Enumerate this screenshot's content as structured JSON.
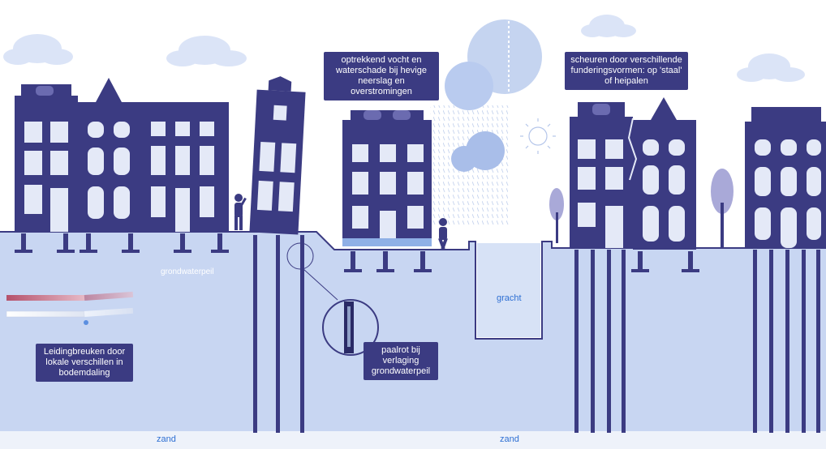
{
  "labels": {
    "moisture": "optrekkend vocht en waterschade bij hevige neerslag en overstromingen",
    "cracks": "scheuren door verschillende funderingsvormen: op 'staal' of heipalen",
    "groundwater": "grondwaterpeil",
    "pipes": "Leidingbreuken door lokale verschillen in bodemdaling",
    "pile_rot": "paalrot bij verlaging grondwaterpeil",
    "canal": "gracht",
    "sand_left": "zand",
    "sand_right": "zand"
  },
  "colors": {
    "building": "#3b3b82",
    "ground": "#c8d6f2",
    "sky_cloud": "#dbe4f7",
    "water": "#8fb0e6",
    "label_bg": "#3b3b82",
    "accent_label": "#2d6fd3"
  }
}
